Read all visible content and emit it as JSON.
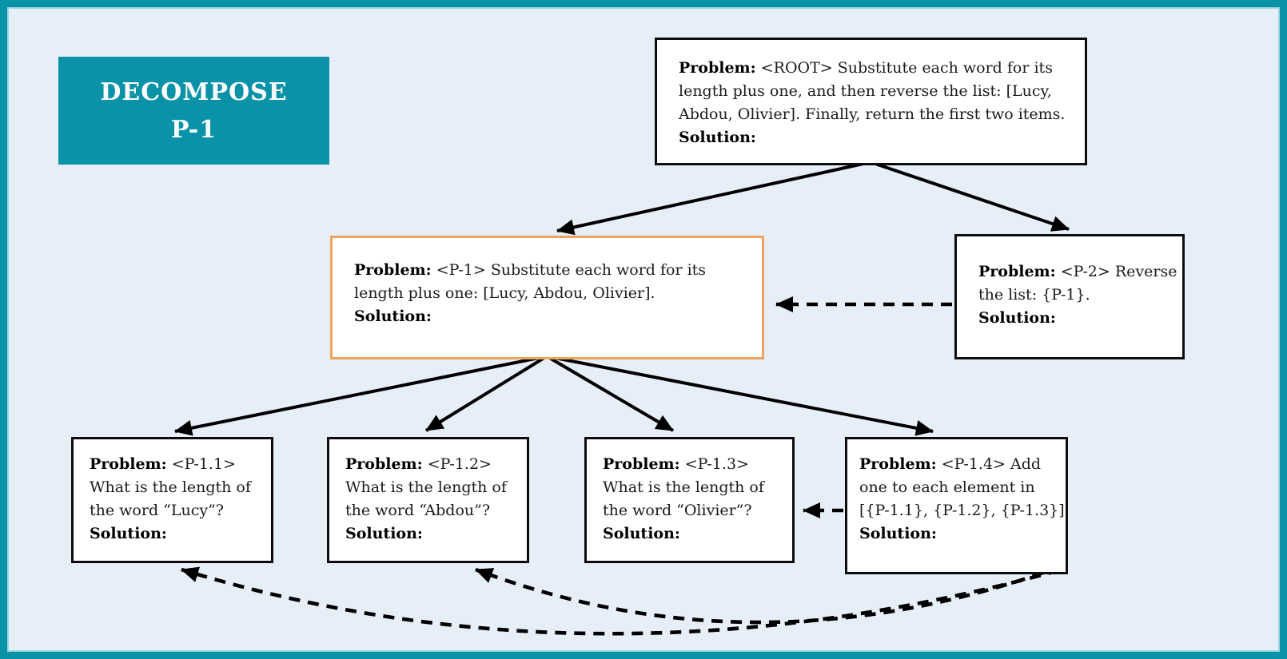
{
  "badge": {
    "title": "DECOMPOSE",
    "subtitle": "P-1"
  },
  "nodes": {
    "root": {
      "problem_label": "Problem:",
      "l1": " <ROOT> Substitute each word for its",
      "l2": "length plus one, and then reverse the list: [Lucy,",
      "l3": "Abdou, Olivier]. Finally, return the first two items.",
      "solution_label": "Solution:"
    },
    "p1": {
      "problem_label": "Problem:",
      "l1": " <P-1> Substitute each word for its",
      "l2": "length plus one: [Lucy, Abdou, Olivier].",
      "solution_label": "Solution:"
    },
    "p2": {
      "problem_label": "Problem:",
      "l1": " <P-2> Reverse",
      "l2": "the list: {P-1}.",
      "solution_label": "Solution:"
    },
    "p11": {
      "problem_label": "Problem:",
      "l1": " <P-1.1>",
      "l2": "What is the length of",
      "l3": "the word “Lucy”?",
      "solution_label": "Solution:"
    },
    "p12": {
      "problem_label": "Problem:",
      "l1": " <P-1.2>",
      "l2": "What is the length of",
      "l3": "the word “Abdou”?",
      "solution_label": "Solution:"
    },
    "p13": {
      "problem_label": "Problem:",
      "l1": " <P-1.3>",
      "l2": "What is the length of",
      "l3": "the word “Olivier”?",
      "solution_label": "Solution:"
    },
    "p14": {
      "problem_label": "Problem:",
      "l1": " <P-1.4> Add",
      "l2": "one to each element in",
      "l3": "[{P-1.1}, {P-1.2}, {P-1.3}].",
      "solution_label": "Solution:"
    }
  },
  "edges": [
    {
      "from": "root",
      "to": "p1",
      "type": "solid-arrow"
    },
    {
      "from": "root",
      "to": "p2",
      "type": "solid-arrow"
    },
    {
      "from": "p2",
      "to": "p1",
      "type": "dashed-arrow"
    },
    {
      "from": "p1",
      "to": "p11",
      "type": "solid-arrow"
    },
    {
      "from": "p1",
      "to": "p12",
      "type": "solid-arrow"
    },
    {
      "from": "p1",
      "to": "p13",
      "type": "solid-arrow"
    },
    {
      "from": "p1",
      "to": "p14",
      "type": "solid-arrow"
    },
    {
      "from": "p14",
      "to": "p13",
      "type": "dashed-arrow"
    },
    {
      "from": "p14",
      "to": "p11",
      "type": "dashed-curved-arrow"
    },
    {
      "from": "p14",
      "to": "p12",
      "type": "dashed-curved-arrow"
    }
  ],
  "colors": {
    "frame": "#0a93a8",
    "background": "#e6eff7",
    "badge_bg": "#0a93a8",
    "badge_text": "#ffffff",
    "node_bg": "#ffffff",
    "node_border": "#0d0d0d",
    "highlight_border": "#f1a35e",
    "text": "#1b1b1b"
  }
}
